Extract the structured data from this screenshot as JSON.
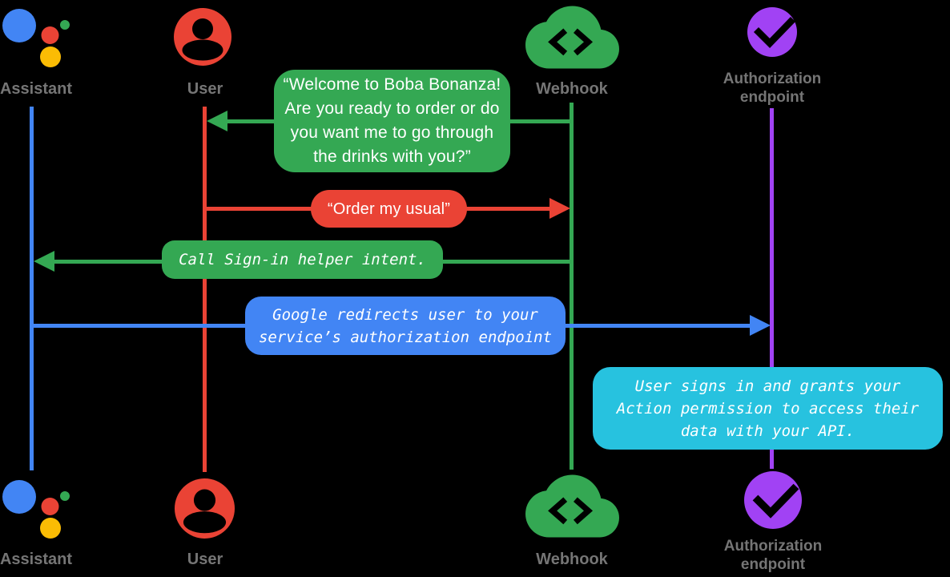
{
  "diagram_type": "sequence-diagram",
  "background": "#000000",
  "colors": {
    "assistant_blue": "#4285F4",
    "user_red": "#EA4335",
    "webhook_green": "#34A853",
    "auth_purple": "#A142F4",
    "note_cyan": "#27C2DF",
    "assistant_yellow": "#FBBC04",
    "label_gray": "#757575",
    "bubble_text": "#ffffff"
  },
  "actors": {
    "assistant": {
      "label": "Assistant",
      "icon": "google-assistant-logo-icon",
      "color": "#4285F4"
    },
    "user": {
      "label": "User",
      "icon": "user-account-icon",
      "color": "#EA4335"
    },
    "webhook": {
      "label": "Webhook",
      "icon": "cloud-code-icon",
      "color": "#34A853"
    },
    "auth": {
      "label": "Authorization\nendpoint",
      "icon": "check-circle-icon",
      "color": "#A142F4"
    }
  },
  "messages": {
    "welcome": {
      "from": "Webhook",
      "to": "User",
      "style": "speech",
      "color": "#34A853",
      "text": "“Welcome to Boba Bonanza!\nAre you ready to order or do\nyou want me to go through\nthe drinks with you?”"
    },
    "order": {
      "from": "User",
      "to": "Webhook",
      "style": "speech",
      "color": "#EA4335",
      "text": "“Order my usual”"
    },
    "signin": {
      "from": "Webhook",
      "to": "Assistant",
      "style": "system-mono",
      "color": "#34A853",
      "text": "Call Sign-in helper intent."
    },
    "redirect": {
      "from": "Assistant",
      "to": "Authorization endpoint",
      "style": "system-mono",
      "color": "#4285F4",
      "text": "Google redirects user to your\nservice’s authorization endpoint"
    },
    "grant": {
      "from": "Authorization endpoint",
      "to": "",
      "style": "system-mono",
      "color": "#27C2DF",
      "text": "User signs in and grants your\nAction permission to access their\ndata with your API."
    }
  }
}
